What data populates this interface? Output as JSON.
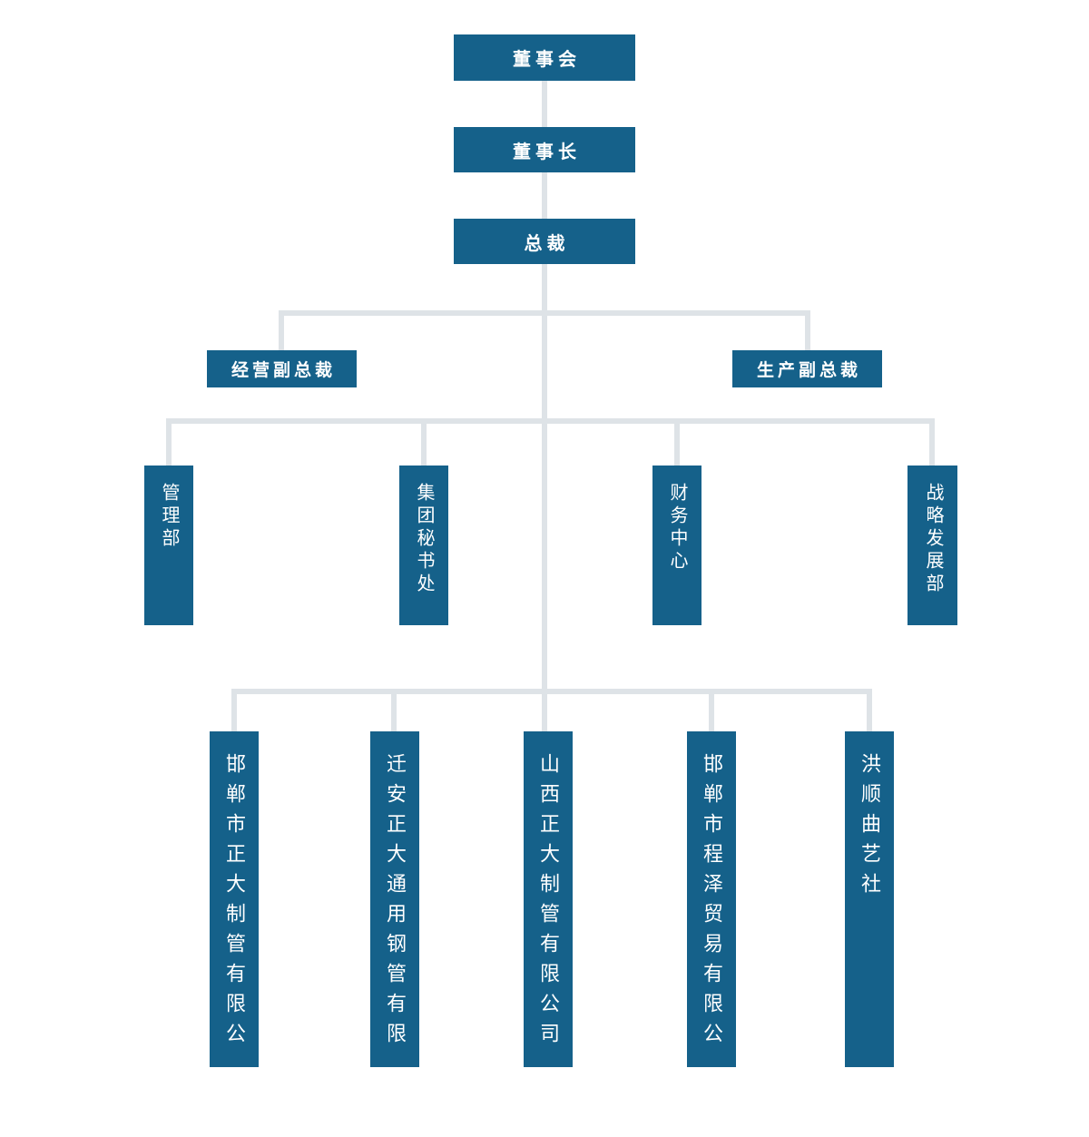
{
  "org_chart": {
    "colors": {
      "node_fill": "#15618a",
      "node_text": "#ffffff",
      "connector": "#dee3e7",
      "background": "#ffffff"
    },
    "nodes": {
      "board": "董事会",
      "chairman": "董事长",
      "president": "总裁",
      "vp_operations": "经营副总裁",
      "vp_production": "生产副总裁",
      "dept_management": "管理部",
      "dept_secretariat": "集团秘书处",
      "dept_finance": "财务中心",
      "dept_strategy": "战略发展部",
      "sub_handan_zhengda_pipe": "邯郸市正大制管有限公司",
      "sub_qianan_zhengda_steel": "迁安正大通用钢管有限公司",
      "sub_shanxi_zhengda_pipe": "山西正大制管有限公司",
      "sub_handan_chengze_trading": "邯郸市程泽贸易有限公司",
      "sub_hongshun_quyi": "洪顺曲艺社"
    }
  }
}
